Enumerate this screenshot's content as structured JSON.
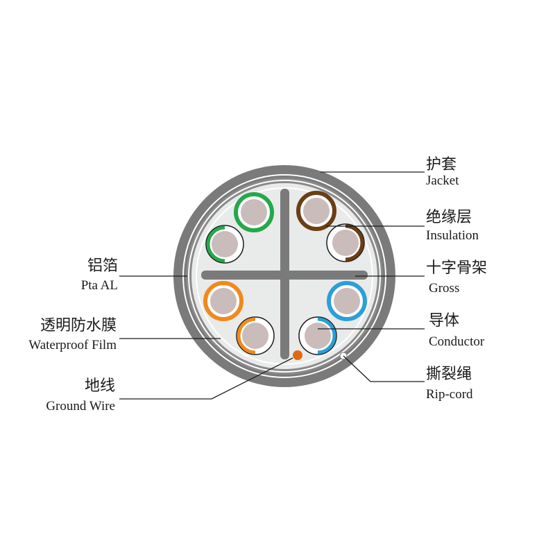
{
  "labels": {
    "jacket": {
      "zh": "护套",
      "en": "Jacket"
    },
    "insulation": {
      "zh": "绝缘层",
      "en": "Insulation"
    },
    "cross": {
      "zh": "十字骨架",
      "en": "Gross"
    },
    "conductor": {
      "zh": "导体",
      "en": "Conductor"
    },
    "ripcord": {
      "zh": "撕裂绳",
      "en": "Rip-cord"
    },
    "foil": {
      "zh": "铝箔",
      "en": "Pta AL"
    },
    "film": {
      "zh": "透明防水膜",
      "en": "Waterproof Film"
    },
    "ground": {
      "zh": "地线",
      "en": "Ground Wire"
    }
  },
  "colors": {
    "jacket": "#7a7a7a",
    "inner_fill": "#c4c6c6",
    "film_ring": "#e9eaea",
    "separator": "#7a7a7a",
    "conductor": "#c9bcbb",
    "green": "#24a84a",
    "brown": "#6b3e14",
    "orange": "#ef8a1e",
    "blue": "#2a9fd8",
    "ground_wire": "#e06a10",
    "ripcord": "#ffffff"
  },
  "pairs": [
    "green",
    "brown",
    "orange",
    "blue"
  ]
}
